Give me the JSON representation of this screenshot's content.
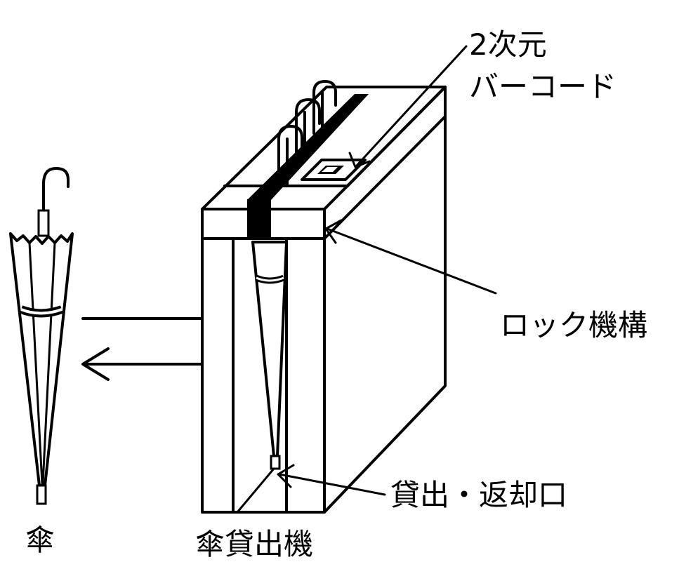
{
  "labels": {
    "barcode_line1": "2次元",
    "barcode_line2": "バーコード",
    "lock": "ロック機構",
    "slot": "貸出・返却口",
    "umbrella": "傘",
    "machine": "傘貸出機"
  }
}
